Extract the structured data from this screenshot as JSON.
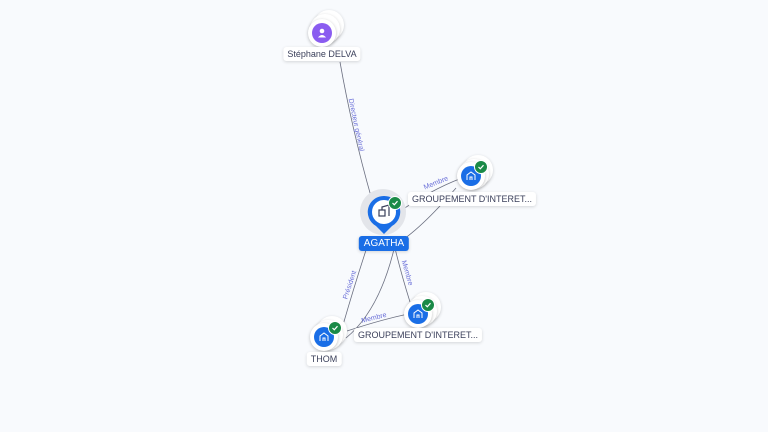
{
  "colors": {
    "accent": "#1a6ee6",
    "person": "#8a5cf0",
    "check": "#1a8a47",
    "edge": "#6b6f80"
  },
  "nodes": {
    "person": {
      "name": "Stéphane DELVA",
      "icon": "person-icon"
    },
    "center": {
      "name": "AGATHA",
      "icon": "building-icon"
    },
    "group1": {
      "name": "GROUPEMENT D'INTERET...",
      "icon": "building-icon"
    },
    "group2": {
      "name": "GROUPEMENT D'INTERET...",
      "icon": "building-icon"
    },
    "thom": {
      "name": "THOM",
      "icon": "building-icon"
    }
  },
  "edges": {
    "directeur": "Directeur général",
    "president": "Président",
    "membre1": "Membre",
    "membre2": "Membre",
    "membre3": "Membre"
  }
}
